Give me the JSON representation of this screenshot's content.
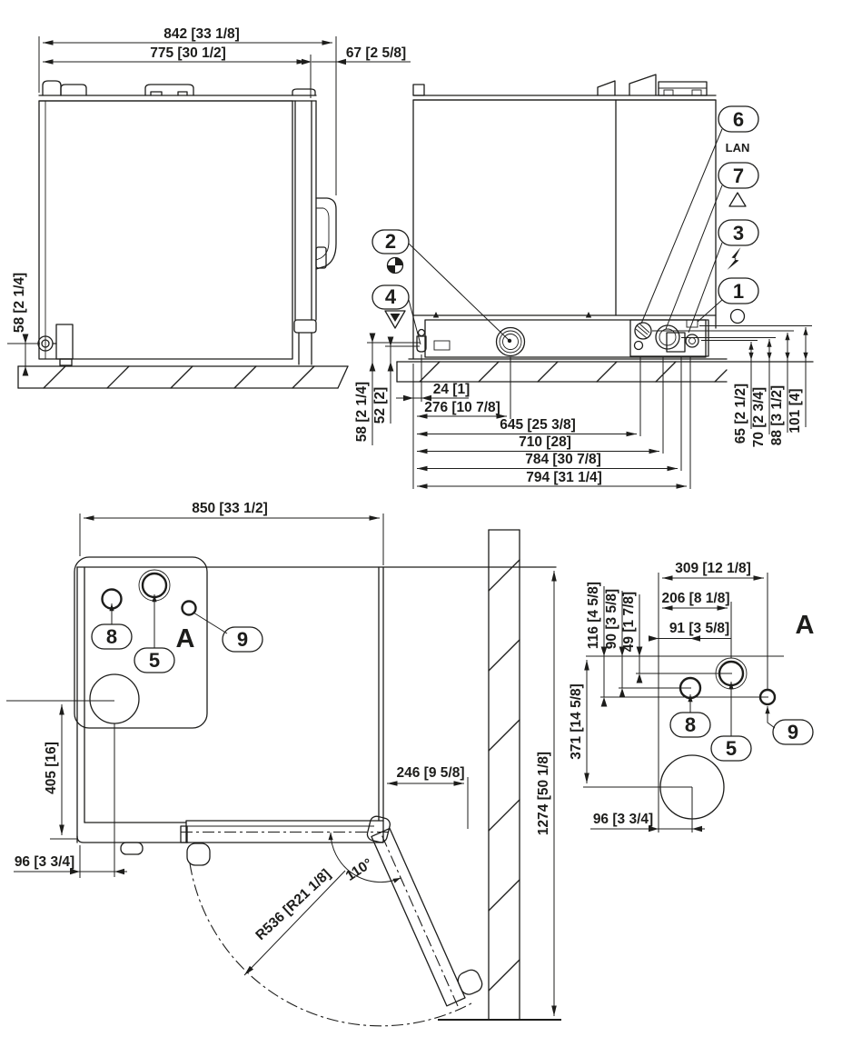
{
  "drawing": {
    "kind": "technical-dimension-drawing",
    "units": "mm [inch]",
    "line_color": "#1d1d1b"
  },
  "side_view": {
    "dim_total_depth": "842 [33 1/8]",
    "dim_body_depth": "775 [30 1/2]",
    "dim_handle_depth": "67 [2 5/8]",
    "dim_connection_height": "58 [2 1/4]"
  },
  "back_view": {
    "callouts": {
      "c2": "2",
      "c4": "4",
      "c6": "6",
      "c7": "7",
      "c3": "3",
      "c1": "1"
    },
    "lan_label": "LAN",
    "dim_58": "58 [2 1/4]",
    "dim_52": "52 [2]",
    "dim_24": "24 [1]",
    "dim_276": "276 [10 7/8]",
    "dim_645": "645 [25 3/8]",
    "dim_710": "710 [28]",
    "dim_784": "784 [30 7/8]",
    "dim_794": "794 [31 1/4]",
    "dim_65": "65 [2 1/2]",
    "dim_70": "70 [2 3/4]",
    "dim_88": "88 [3 1/2]",
    "dim_101": "101 [4]"
  },
  "plan_view": {
    "dim_850": "850 [33 1/2]",
    "dim_405": "405 [16]",
    "dim_96": "96 [3 3/4]",
    "dim_246": "246 [9 5/8]",
    "dim_1274": "1274 [50 1/8]",
    "door_radius": "R536 [R21 1/8]",
    "door_angle": "110°",
    "detail_label": "A",
    "callouts": {
      "c8": "8",
      "c5": "5",
      "c9": "9"
    }
  },
  "detail_view": {
    "label": "A",
    "dim_309": "309 [12 1/8]",
    "dim_206": "206 [8 1/8]",
    "dim_91": "91 [3 5/8]",
    "dim_116": "116 [4 5/8]",
    "dim_90": "90 [3 5/8]",
    "dim_49": "49 [1 7/8]",
    "dim_371": "371 [14 5/8]",
    "dim_96": "96 [3 3/4]",
    "callouts": {
      "c8": "8",
      "c5": "5",
      "c9": "9"
    }
  }
}
